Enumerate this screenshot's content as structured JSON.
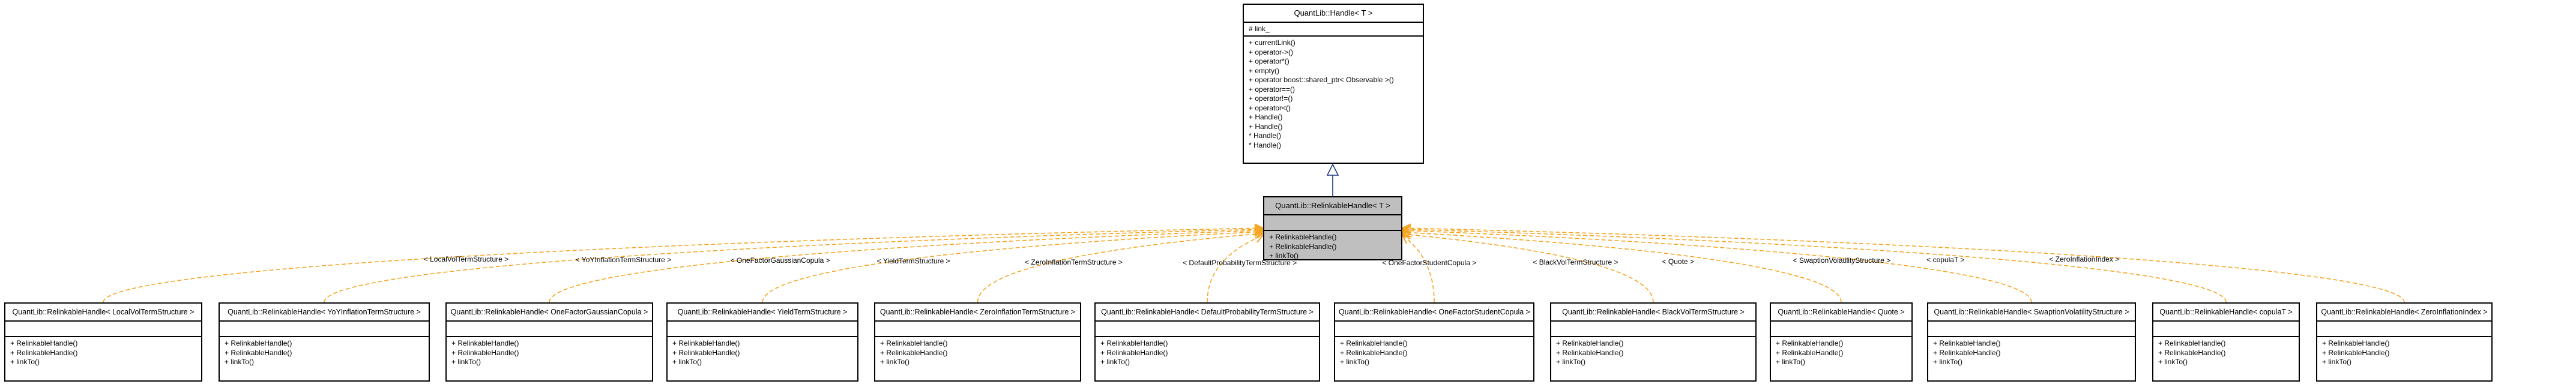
{
  "base": {
    "title": "QuantLib::Handle< T >",
    "attrs": [
      "# link_"
    ],
    "ops": [
      "+ currentLink()",
      "+ operator->()",
      "+ operator*()",
      "+ empty()",
      "+ operator boost::shared_ptr< Observable >()",
      "+ operator==()",
      "+ operator!=()",
      "+ operator<()",
      "+ Handle()",
      "+ Handle()",
      "* Handle()",
      "* Handle()"
    ]
  },
  "main": {
    "title": "QuantLib::RelinkableHandle< T >",
    "attrs": [],
    "ops": [
      "+ RelinkableHandle()",
      "+ RelinkableHandle()",
      "+ linkTo()"
    ]
  },
  "children": [
    {
      "title": "QuantLib::RelinkableHandle< LocalVolTermStructure >",
      "label": "< LocalVolTermStructure >",
      "ops": [
        "+ RelinkableHandle()",
        "+ RelinkableHandle()",
        "+ linkTo()"
      ]
    },
    {
      "title": "QuantLib::RelinkableHandle< YoYInflationTermStructure >",
      "label": "< YoYInflationTermStructure >",
      "ops": [
        "+ RelinkableHandle()",
        "+ RelinkableHandle()",
        "+ linkTo()"
      ]
    },
    {
      "title": "QuantLib::RelinkableHandle< OneFactorGaussianCopula >",
      "label": "< OneFactorGaussianCopula >",
      "ops": [
        "+ RelinkableHandle()",
        "+ RelinkableHandle()",
        "+ linkTo()"
      ]
    },
    {
      "title": "QuantLib::RelinkableHandle< YieldTermStructure >",
      "label": "< YieldTermStructure >",
      "ops": [
        "+ RelinkableHandle()",
        "+ RelinkableHandle()",
        "+ linkTo()"
      ]
    },
    {
      "title": "QuantLib::RelinkableHandle< ZeroInflationTermStructure >",
      "label": "< ZeroInflationTermStructure >",
      "ops": [
        "+ RelinkableHandle()",
        "+ RelinkableHandle()",
        "+ linkTo()"
      ]
    },
    {
      "title": "QuantLib::RelinkableHandle< DefaultProbabilityTermStructure >",
      "label": "< DefaultProbabilityTermStructure >",
      "ops": [
        "+ RelinkableHandle()",
        "+ RelinkableHandle()",
        "+ linkTo()"
      ]
    },
    {
      "title": "QuantLib::RelinkableHandle< OneFactorStudentCopula >",
      "label": "< OneFactorStudentCopula >",
      "ops": [
        "+ RelinkableHandle()",
        "+ RelinkableHandle()",
        "+ linkTo()"
      ]
    },
    {
      "title": "QuantLib::RelinkableHandle< BlackVolTermStructure >",
      "label": "< BlackVolTermStructure >",
      "ops": [
        "+ RelinkableHandle()",
        "+ RelinkableHandle()",
        "+ linkTo()"
      ]
    },
    {
      "title": "QuantLib::RelinkableHandle< Quote >",
      "label": "< Quote >",
      "ops": [
        "+ RelinkableHandle()",
        "+ RelinkableHandle()",
        "+ linkTo()"
      ]
    },
    {
      "title": "QuantLib::RelinkableHandle< SwaptionVolatilityStructure >",
      "label": "< SwaptionVolatilityStructure >",
      "ops": [
        "+ RelinkableHandle()",
        "+ RelinkableHandle()",
        "+ linkTo()"
      ]
    },
    {
      "title": "QuantLib::RelinkableHandle< copulaT >",
      "label": "< copulaT >",
      "ops": [
        "+ RelinkableHandle()",
        "+ RelinkableHandle()",
        "+ linkTo()"
      ]
    },
    {
      "title": "QuantLib::RelinkableHandle< ZeroInflationIndex >",
      "label": "< ZeroInflationIndex >",
      "ops": [
        "+ RelinkableHandle()",
        "+ RelinkableHandle()",
        "+ linkTo()"
      ]
    }
  ],
  "colors": {
    "template_edge": "#f5a623",
    "inherit_edge": "#1f3b82",
    "highlight_fill": "#bfbfbf"
  }
}
